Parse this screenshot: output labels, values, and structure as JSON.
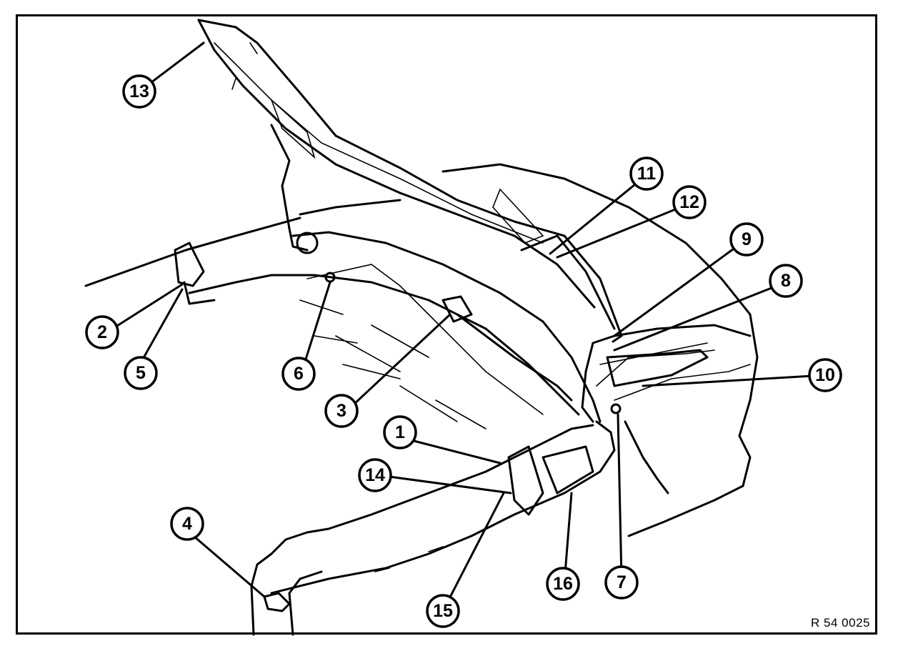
{
  "reference_code": "R 54 0025",
  "callouts": [
    "1",
    "2",
    "3",
    "4",
    "5",
    "6",
    "7",
    "8",
    "9",
    "10",
    "11",
    "12",
    "13",
    "14",
    "15",
    "16"
  ]
}
